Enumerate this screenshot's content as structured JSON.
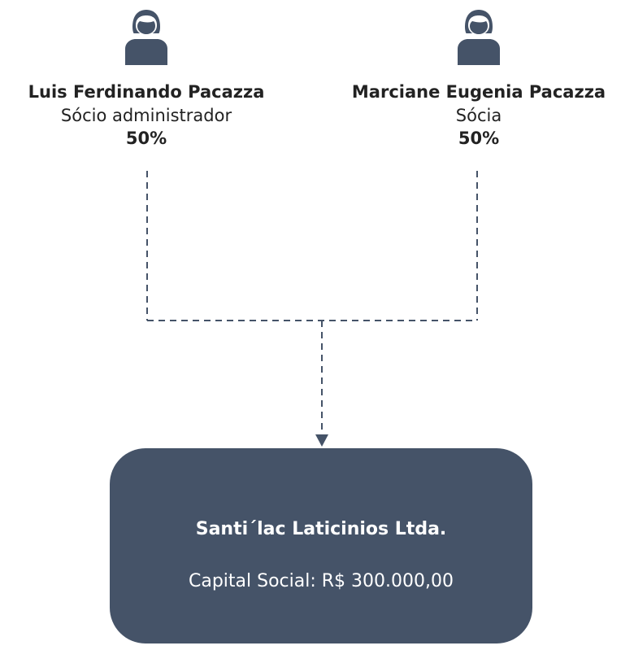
{
  "colors": {
    "icon": "#455368",
    "box": "#455368",
    "line": "#455368",
    "text": "#222222",
    "box_text": "#ffffff"
  },
  "partners": [
    {
      "icon": "person-icon",
      "name": "Luis Ferdinando Pacazza",
      "role": "Sócio administrador",
      "share": "50%"
    },
    {
      "icon": "person-icon",
      "name": "Marciane Eugenia Pacazza",
      "role": "Sócia",
      "share": "50%"
    }
  ],
  "company": {
    "name": "Santi´lac Laticinios Ltda.",
    "capital": "Capital Social: R$ 300.000,00"
  }
}
